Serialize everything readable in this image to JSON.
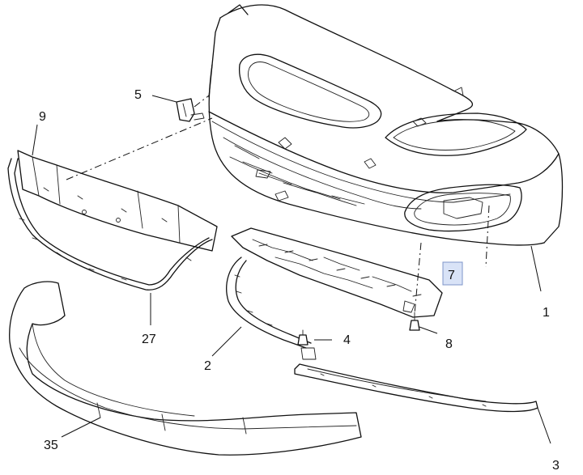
{
  "callouts": {
    "c1": "1",
    "c2": "2",
    "c3": "3",
    "c4": "4",
    "c5": "5",
    "c7": "7",
    "c8": "8",
    "c9": "9",
    "c27": "27",
    "c35": "35"
  },
  "highlight": {
    "callout": "7",
    "fill": "#d9e3f7",
    "border": "#7e95c8"
  }
}
